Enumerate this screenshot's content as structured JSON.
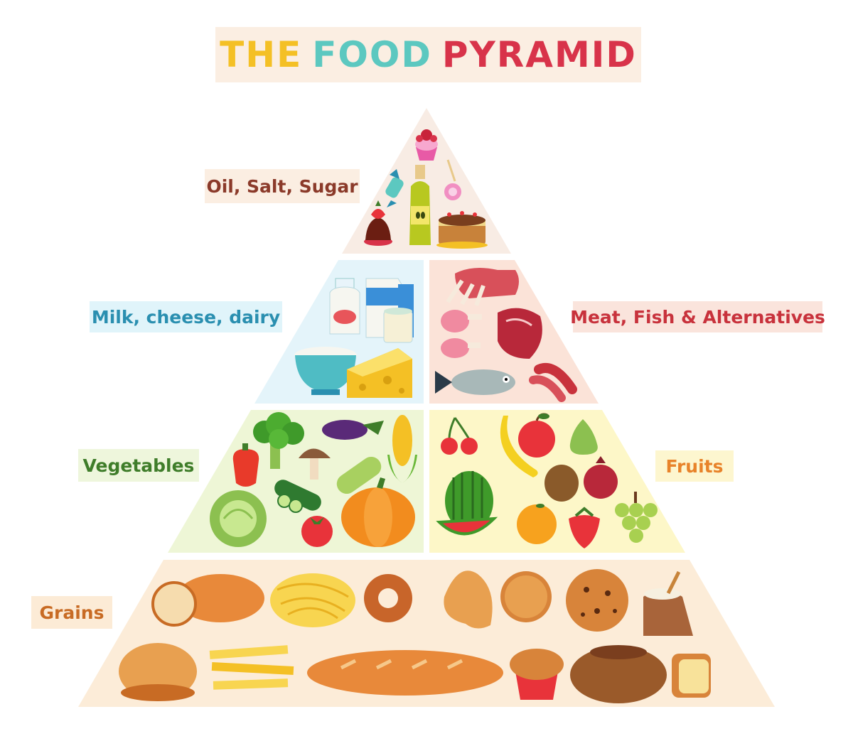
{
  "title": {
    "words": [
      "THE",
      "FOOD",
      "PYRAMID"
    ],
    "colors": [
      "#f4c025",
      "#5cc8c0",
      "#d8334a"
    ],
    "background": "#fbeee2"
  },
  "tiers": [
    {
      "id": "top",
      "label": "Oil, Salt, Sugar",
      "text_color": "#8b3a2a",
      "label_bg": "#fbeee2",
      "fill": "#f8ece4"
    },
    {
      "id": "dairy",
      "label": "Milk, cheese, dairy",
      "text_color": "#2a8fb0",
      "label_bg": "#e0f4fa",
      "fill": "#e4f4fa"
    },
    {
      "id": "meat",
      "label": "Meat, Fish & Alternatives",
      "text_color": "#c8323c",
      "label_bg": "#fae4dc",
      "fill": "#fbe3d8"
    },
    {
      "id": "veg",
      "label": "Vegetables",
      "text_color": "#3f7d2a",
      "label_bg": "#eef6dc",
      "fill": "#eef6d6"
    },
    {
      "id": "fruit",
      "label": "Fruits",
      "text_color": "#e8832a",
      "label_bg": "#fdf6cf",
      "fill": "#fdf7c8"
    },
    {
      "id": "grains",
      "label": "Grains",
      "text_color": "#c86b24",
      "label_bg": "#fcebd6",
      "fill": "#fcecd8"
    }
  ],
  "foods": {
    "top": [
      "cupcake-icon",
      "candy-icon",
      "olive-oil-icon",
      "lollipop-icon",
      "strawberry-dessert-icon",
      "cake-icon"
    ],
    "dairy": [
      "milk-bottle-icon",
      "milk-carton-icon",
      "milk-glass-icon",
      "yogurt-bowl-icon",
      "cheese-icon"
    ],
    "meat": [
      "ribs-icon",
      "chicken-leg-icon",
      "steak-icon",
      "fish-icon",
      "sausage-icon"
    ],
    "veg": [
      "broccoli-icon",
      "eggplant-icon",
      "corn-icon",
      "bell-pepper-icon",
      "mushroom-icon",
      "zucchini-icon",
      "cucumber-icon",
      "cabbage-icon",
      "tomato-icon",
      "pumpkin-icon"
    ],
    "fruit": [
      "cherries-icon",
      "banana-icon",
      "apple-icon",
      "pear-icon",
      "watermelon-icon",
      "kiwi-icon",
      "pomegranate-icon",
      "orange-icon",
      "strawberry-icon",
      "grapes-icon"
    ],
    "grains": [
      "bread-loaf-icon",
      "spaghetti-icon",
      "bagel-icon",
      "croissant-icon",
      "cracker-icon",
      "cookie-icon",
      "flour-sack-icon",
      "bun-icon",
      "fries-icon",
      "baguette-icon",
      "muffin-icon",
      "bundt-cake-icon",
      "toast-icon"
    ]
  }
}
